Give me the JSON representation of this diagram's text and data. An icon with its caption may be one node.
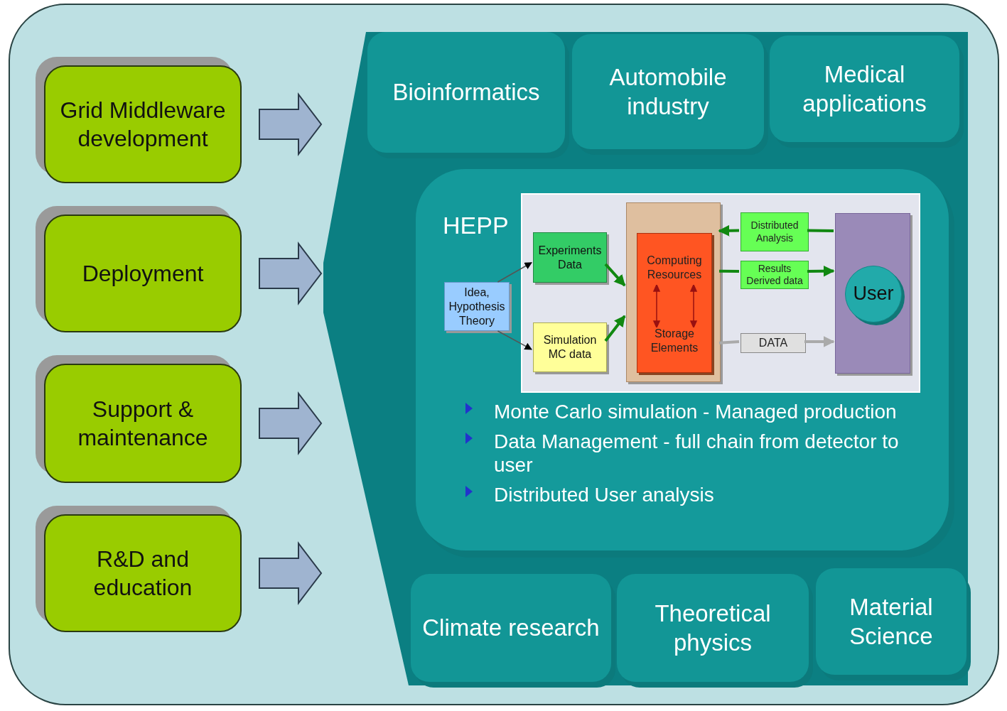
{
  "diagram": {
    "nodes": [
      {
        "text": [
          "Grid Middleware development"
        ]
      },
      {
        "text": [
          "Deployment"
        ]
      },
      {
        "text": [
          "Support & maintenance"
        ]
      },
      {
        "text": [
          "R&D and education"
        ]
      },
      {
        "text": [],
        "shape": "polygon"
      },
      {
        "text": [
          "Bioinformatics"
        ],
        "in": 4
      },
      {
        "text": [
          "Automobile industry"
        ],
        "in": 4
      },
      {
        "text": [
          "Medical applications"
        ],
        "in": 4
      },
      {
        "text": [
          "HEPP",
          "Monte Carlo simulation - Managed production",
          "Data Management - full chain from detector to user",
          "Distributed User analysis"
        ],
        "in": 4
      },
      {
        "text": [],
        "shape": "box",
        "in": 8
      },
      {
        "text": [
          "Idea, Hypothesis Theory"
        ],
        "in": 8
      },
      {
        "text": [
          "Experiments Data"
        ],
        "in": 9
      },
      {
        "text": [
          "Simulation MC data"
        ],
        "in": 9
      },
      {
        "text": [],
        "shape": "box",
        "in": 9
      },
      {
        "text": [
          "Computing Resources",
          "Storage Elements"
        ],
        "in": 13
      },
      {
        "text": [
          "Distributed Analysis"
        ],
        "in": 9
      },
      {
        "text": [
          "Results Derived data"
        ],
        "in": 9
      },
      {
        "text": [
          "DATA"
        ],
        "in": 9
      },
      {
        "text": [],
        "shape": "box",
        "in": 9
      },
      {
        "text": [
          "User"
        ],
        "in": 18
      },
      {
        "text": [
          "Climate research"
        ],
        "in": 4
      },
      {
        "text": [
          "Theoretical physics"
        ],
        "in": 4
      },
      {
        "text": [
          "Material Science"
        ],
        "in": 4
      }
    ],
    "edges": [
      {
        "from": 0,
        "to": 4,
        "arrow": "to",
        "style": "thick",
        "color": "#9fb4d0"
      },
      {
        "from": 1,
        "to": 4,
        "arrow": "to",
        "style": "thick",
        "color": "#9fb4d0"
      },
      {
        "from": 2,
        "to": 4,
        "arrow": "to",
        "style": "thick",
        "color": "#9fb4d0"
      },
      {
        "from": 3,
        "to": 4,
        "arrow": "to",
        "style": "thick",
        "color": "#9fb4d0"
      },
      {
        "from": 10,
        "to": 11,
        "arrow": "to",
        "color": "#555555"
      },
      {
        "from": 10,
        "to": 12,
        "arrow": "to",
        "color": "#555555"
      },
      {
        "from": 11,
        "to": 13,
        "arrow": "to",
        "color": "#118811"
      },
      {
        "from": 12,
        "to": 13,
        "arrow": "to",
        "color": "#118811"
      },
      {
        "from": 18,
        "to": 15,
        "arrow": "none",
        "color": "#118811"
      },
      {
        "from": 15,
        "to": 13,
        "arrow": "to",
        "color": "#118811"
      },
      {
        "from": 13,
        "to": 16,
        "arrow": "none",
        "color": "#118811"
      },
      {
        "from": 16,
        "to": 18,
        "arrow": "to",
        "color": "#118811"
      },
      {
        "from": 13,
        "to": 17,
        "arrow": "none",
        "color": "#aaaaaa"
      },
      {
        "from": 17,
        "to": 18,
        "arrow": "to",
        "color": "#aaaaaa"
      }
    ]
  }
}
